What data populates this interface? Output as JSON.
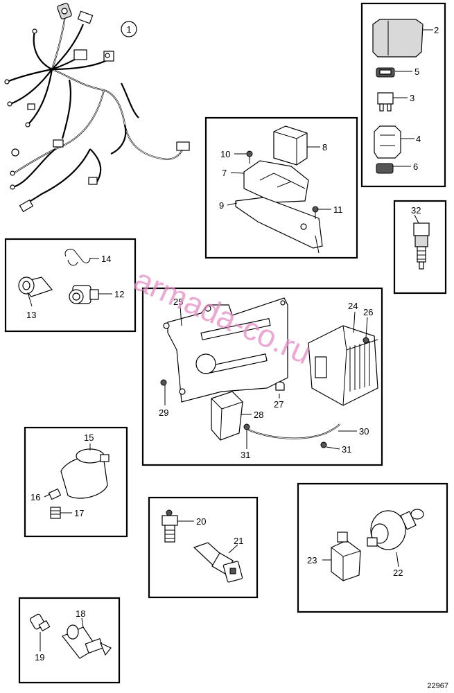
{
  "watermark": "armada-co.ru",
  "figure_number": "22967",
  "callouts": {
    "c1": "1",
    "c2": "2",
    "c3": "3",
    "c4": "4",
    "c5": "5",
    "c6": "6",
    "c7": "7",
    "c8": "8",
    "c9": "9",
    "c10": "10",
    "c11": "11",
    "c12": "12",
    "c13": "13",
    "c14": "14",
    "c15": "15",
    "c16": "16",
    "c17": "17",
    "c18": "18",
    "c19": "19",
    "c20": "20",
    "c21": "21",
    "c22": "22",
    "c23": "23",
    "c24": "24",
    "c25": "25",
    "c26": "26",
    "c27": "27",
    "c28": "28",
    "c29": "29",
    "c30": "30",
    "c31a": "31",
    "c31b": "31",
    "c32": "32"
  }
}
